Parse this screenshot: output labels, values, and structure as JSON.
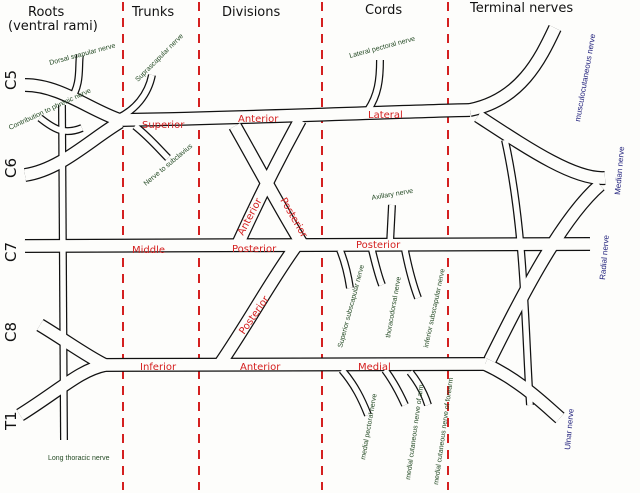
{
  "headers": {
    "roots": "Roots",
    "roots_sub": "(ventral rami)",
    "trunks": "Trunks",
    "divisions": "Divisions",
    "cords": "Cords",
    "terminal": "Terminal nerves"
  },
  "roots": [
    "C5",
    "C6",
    "C7",
    "C8",
    "T1"
  ],
  "trunks": {
    "superior": "Superior",
    "middle": "Middle",
    "inferior": "Inferior"
  },
  "divisions": {
    "sup_anterior": "Anterior",
    "mid_anterior": "Anterior",
    "sup_posterior": "Posterior",
    "mid_posterior": "Posterior",
    "inf_posterior": "Posterior",
    "inf_anterior": "Anterior"
  },
  "cords": {
    "lateral": "Lateral",
    "posterior": "Posterior",
    "medial": "Medial"
  },
  "branches": {
    "dorsal_scapular": "Dorsal scapular nerve",
    "phrenic": "Contribution to phrenic nerve",
    "suprascapular": "Suprascapular nerve",
    "subclavius": "Nerve to subclavius",
    "long_thoracic": "Long thoracic nerve",
    "lateral_pectoral": "Lateral pectoral nerve",
    "axillary": "Axillary nerve",
    "upper_subscapular": "Superior subscapular nerve",
    "thoracodorsal": "thoracodorsal nerve",
    "lower_subscapular": "inferior subscapular nerve",
    "medial_pectoral": "medial pectoral nerve",
    "med_cut_arm": "medial cutaneous nerve of arm",
    "med_cut_forearm": "medial cutaneous nerve of forearm"
  },
  "terminal_nerves": {
    "musculocutaneous": "musculocutaneous nerve",
    "median": "Median nerve",
    "radial": "Radial nerve",
    "ulnar": "Ulnar nerve"
  },
  "colors": {
    "division_lines": "#d42020",
    "labels_red": "#d42020",
    "branch_ink": "#244a24",
    "terminal_ink": "#1d1d7a"
  }
}
